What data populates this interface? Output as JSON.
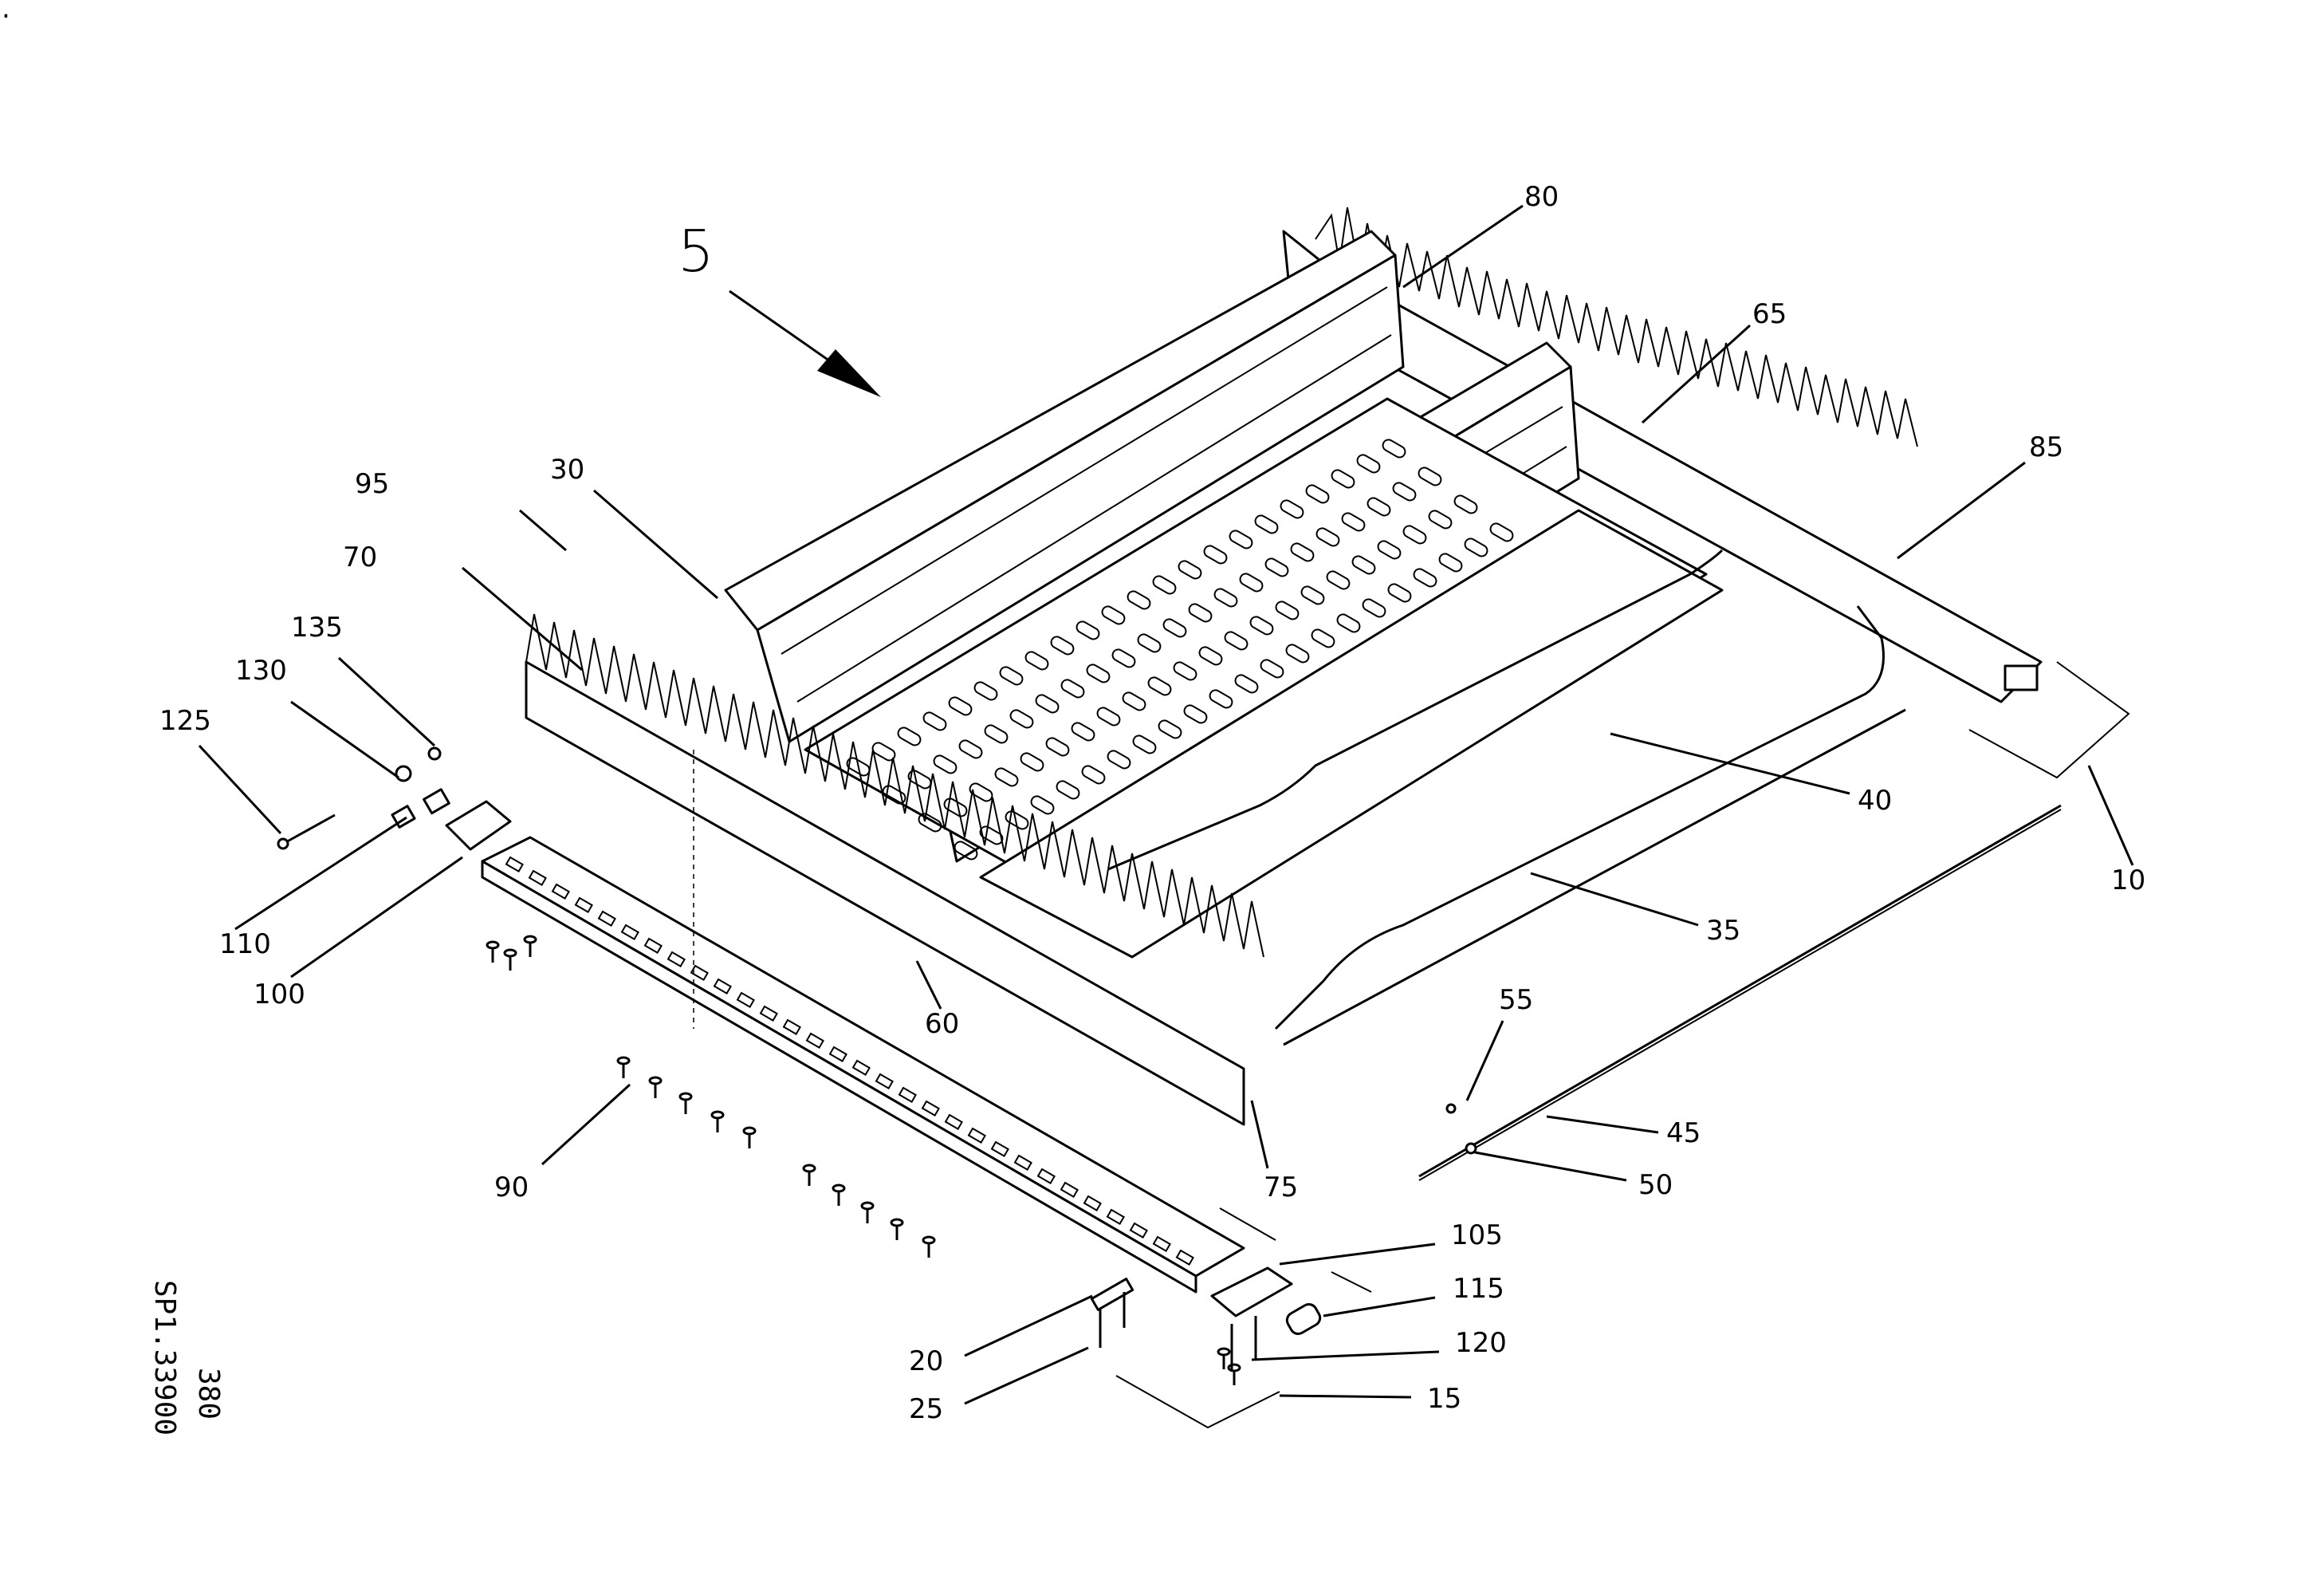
{
  "drawing": {
    "assembly_marker": "5",
    "dot": ".",
    "code_lines": [
      "SP1.33900",
      "380"
    ]
  },
  "labels": [
    {
      "id": "80",
      "text": "80"
    },
    {
      "id": "65",
      "text": "65"
    },
    {
      "id": "85",
      "text": "85"
    },
    {
      "id": "30",
      "text": "30"
    },
    {
      "id": "95",
      "text": "95"
    },
    {
      "id": "70",
      "text": "70"
    },
    {
      "id": "135",
      "text": "135"
    },
    {
      "id": "130",
      "text": "130"
    },
    {
      "id": "125",
      "text": "125"
    },
    {
      "id": "110",
      "text": "110"
    },
    {
      "id": "100",
      "text": "100"
    },
    {
      "id": "60",
      "text": "60"
    },
    {
      "id": "40",
      "text": "40"
    },
    {
      "id": "35",
      "text": "35"
    },
    {
      "id": "10",
      "text": "10"
    },
    {
      "id": "55",
      "text": "55"
    },
    {
      "id": "45",
      "text": "45"
    },
    {
      "id": "50",
      "text": "50"
    },
    {
      "id": "75",
      "text": "75"
    },
    {
      "id": "90",
      "text": "90"
    },
    {
      "id": "105",
      "text": "105"
    },
    {
      "id": "115",
      "text": "115"
    },
    {
      "id": "120",
      "text": "120"
    },
    {
      "id": "20",
      "text": "20"
    },
    {
      "id": "25",
      "text": "25"
    },
    {
      "id": "15",
      "text": "15"
    }
  ]
}
